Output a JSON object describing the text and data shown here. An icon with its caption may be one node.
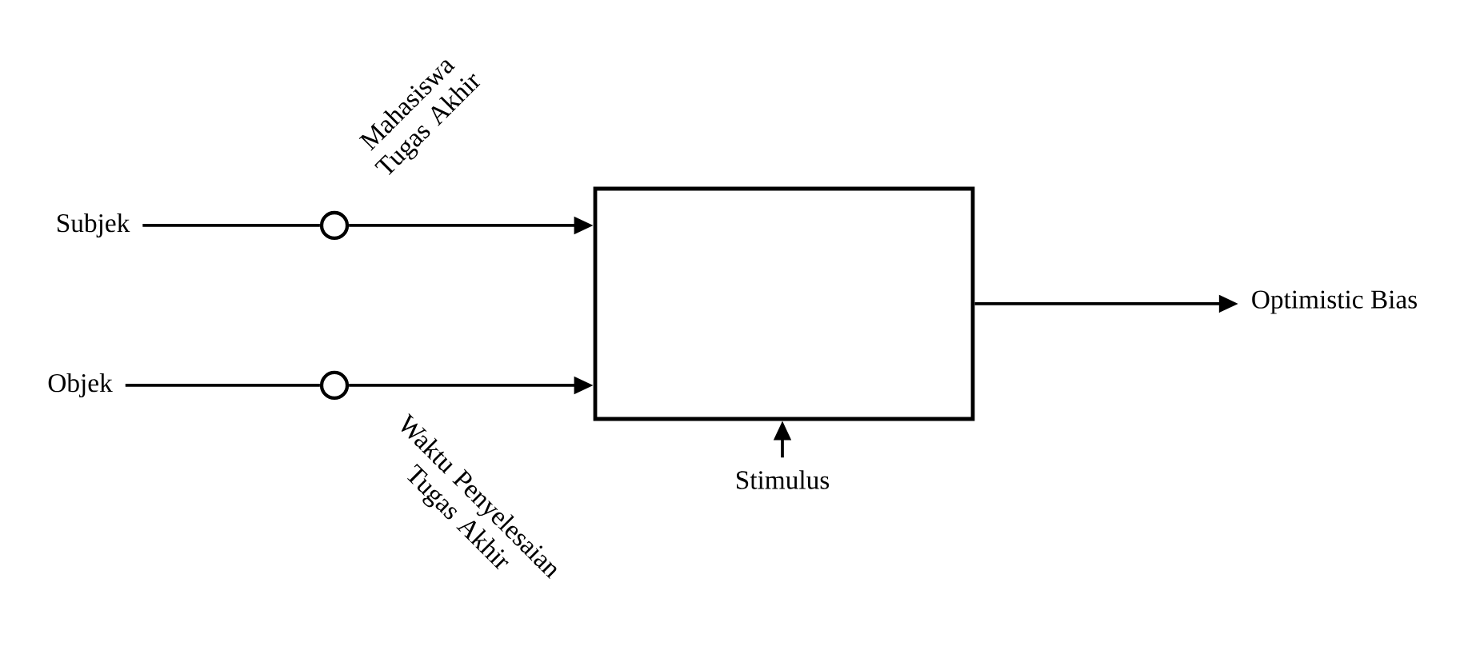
{
  "diagram": {
    "nodes": [
      {
        "text": [
          "Subjek"
        ]
      },
      {
        "text": [
          "Objek"
        ]
      },
      {
        "text": [],
        "shape": "circle",
        "beside": [
          "Mahasiswa Tugas Akhir"
        ]
      },
      {
        "text": [],
        "shape": "circle",
        "beside": [
          "Waktu Penyelesaian Tugas Akhir"
        ]
      },
      {
        "text": [],
        "shape": "box"
      },
      {
        "text": [
          "Optimistic Bias"
        ]
      },
      {
        "text": [
          "Stimulus"
        ]
      }
    ],
    "edges": [
      {
        "from": 0,
        "to": 2,
        "arrow": "none"
      },
      {
        "from": 2,
        "to": 4,
        "arrow": "to"
      },
      {
        "from": 1,
        "to": 3,
        "arrow": "none"
      },
      {
        "from": 3,
        "to": 4,
        "arrow": "to"
      },
      {
        "from": 4,
        "to": 5,
        "arrow": "to"
      },
      {
        "from": 6,
        "to": 4,
        "arrow": "to"
      }
    ]
  }
}
